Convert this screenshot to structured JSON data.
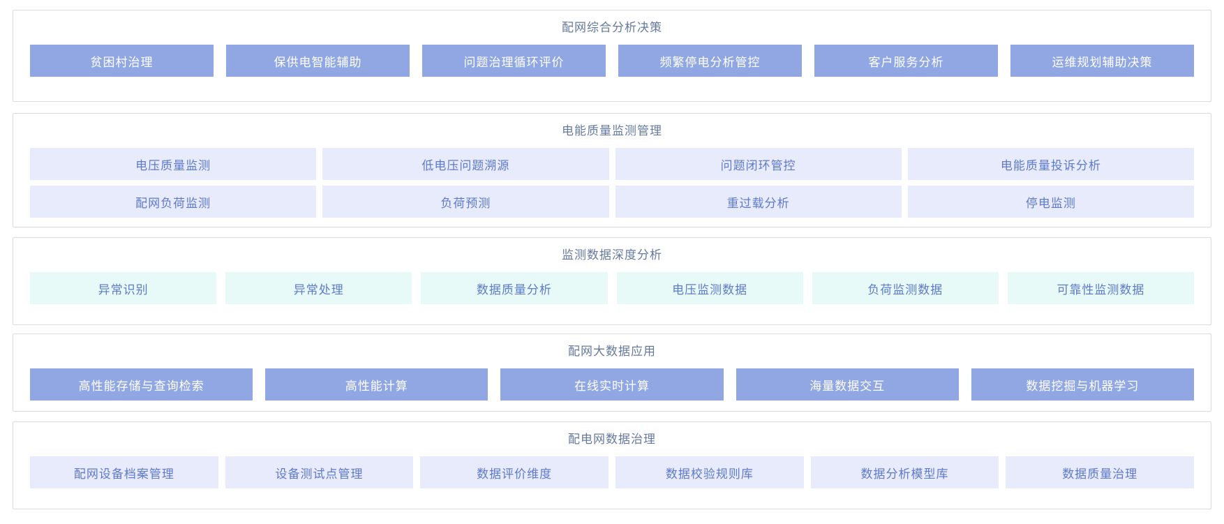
{
  "board": {
    "sections": [
      {
        "title": "配网综合分析决策",
        "style": "solid-blue",
        "rows": [
          [
            "贫困村治理",
            "保供电智能辅助",
            "问题治理循环评价",
            "频繁停电分析管控",
            "客户服务分析",
            "运维规划辅助决策"
          ]
        ]
      },
      {
        "title": "电能质量监测管理",
        "style": "lavender",
        "rows": [
          [
            "电压质量监测",
            "低电压问题溯源",
            "问题闭环管控",
            "电能质量投诉分析"
          ],
          [
            "配网负荷监测",
            "负荷预测",
            "重过载分析",
            "停电监测"
          ]
        ]
      },
      {
        "title": "监测数据深度分析",
        "style": "teal",
        "rows": [
          [
            "异常识别",
            "异常处理",
            "数据质量分析",
            "电压监测数据",
            "负荷监测数据",
            "可靠性监测数据"
          ]
        ]
      },
      {
        "title": "配网大数据应用",
        "style": "solid-blue",
        "rows": [
          [
            "高性能存储与查询检索",
            "高性能计算",
            "在线实时计算",
            "海量数据交互",
            "数据挖掘与机器学习"
          ]
        ]
      },
      {
        "title": "配电网数据治理",
        "style": "lavender",
        "rows": [
          [
            "配网设备档案管理",
            "设备测试点管理",
            "数据评价维度",
            "数据校验规则库",
            "数据分析模型库",
            "数据质量治理"
          ]
        ]
      }
    ],
    "colors": {
      "section_border": "#dbdbdb",
      "section_title_text": "#66799f",
      "solid_blue_button_bg": "#90a7e4",
      "solid_blue_button_text": "#ffffff",
      "lavender_button_bg": "#e8ebfb",
      "teal_button_bg": "#e7faf8",
      "light_button_text": "#5e7acd",
      "page_background": "#ffffff"
    }
  }
}
